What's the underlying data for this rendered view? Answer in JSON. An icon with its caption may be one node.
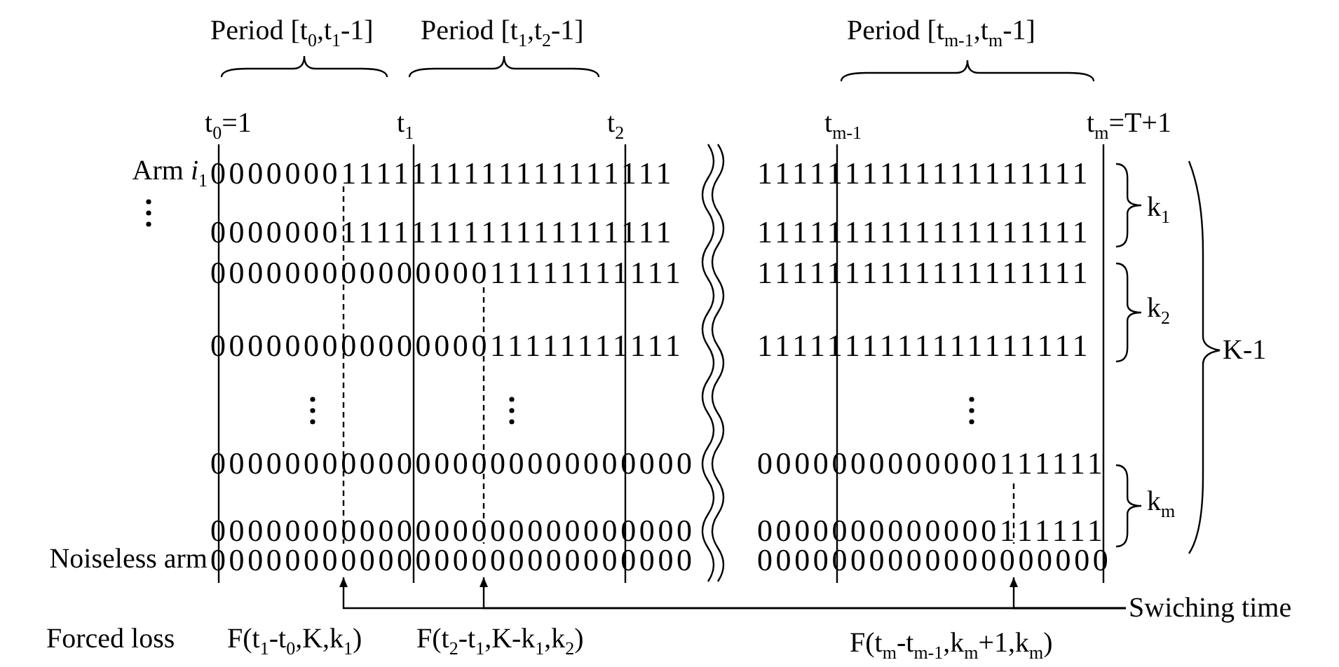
{
  "diagram": {
    "nodes": [
      {
        "text": [
          "00000000000000000000000000"
        ]
      },
      {
        "text": [
          "0000000000000000000"
        ]
      },
      {
        "text": [
          "Swiching time"
        ]
      }
    ],
    "edges": [
      {
        "from": 2,
        "to": 0,
        "arrow": "to"
      },
      {
        "from": 2,
        "to": 0,
        "arrow": "to"
      },
      {
        "from": 2,
        "to": 1,
        "arrow": "to"
      }
    ],
    "labels": [
      "Period [t$_{0}$,t$_{1}$-1]",
      "Period [t$_{1}$,t$_{2}$-1]",
      "Period [t$_{m-1}$,t$_{m}$-1]",
      "t$_{0}$=1",
      "t$_{1}$",
      "t$_{2}$",
      "t$_{m-1}$",
      "t$_{m}$=T+1",
      "Arm *i*$_{1}$",
      "00000001111111111111111111",
      "1111111111111111111",
      "k$_{1}$",
      "00000001111111111111111111",
      "1111111111111111111",
      "00000000000000011111111111",
      "1111111111111111111",
      "k$_{2}$",
      "00000000000000011111111111",
      "1111111111111111111",
      "K-1",
      "00000000000000000000000000",
      "0000000000000111111",
      "k$_{m}$",
      "00000000000000000000000000",
      "0000000000000111111",
      "Noiseless arm",
      "Forced loss",
      "F(t$_{1}$-t$_{0}$,K,k$_{1}$)",
      "F(t$_{2}$-t$_{1}$,K-k$_{1}$,k$_{2}$)",
      "F(t$_{m}$-t$_{m-1}$,k$_{m}$+1,k$_{m}$)"
    ]
  }
}
